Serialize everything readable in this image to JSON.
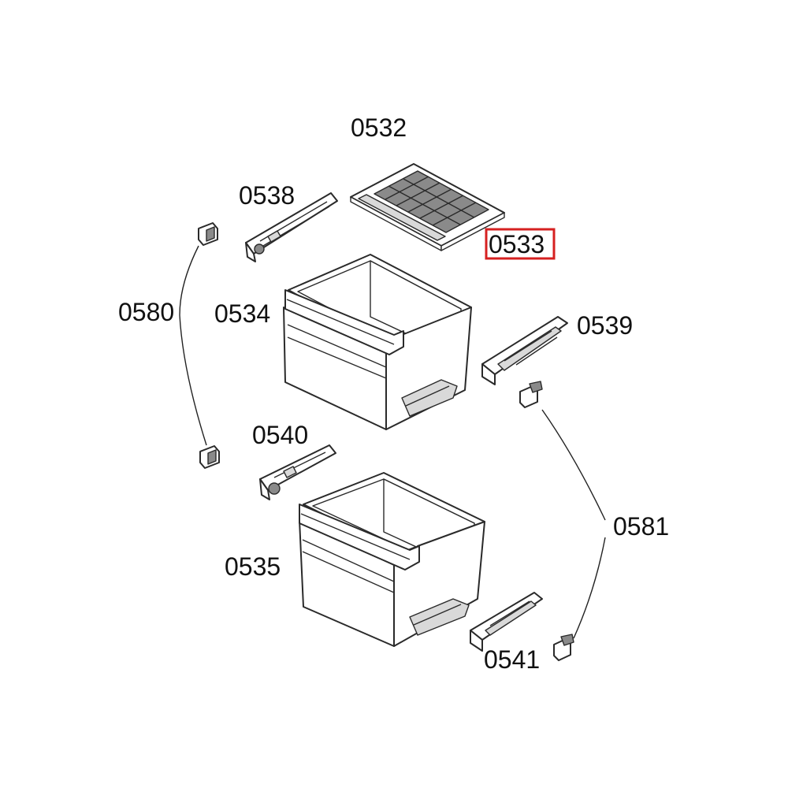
{
  "diagram": {
    "labels": {
      "p0532": "0532",
      "p0533": "0533",
      "p0538": "0538",
      "p0580": "0580",
      "p0534": "0534",
      "p0539": "0539",
      "p0540": "0540",
      "p0581": "0581",
      "p0535": "0535",
      "p0541": "0541"
    },
    "highlight": {
      "part": "0533",
      "color": "#d62020"
    }
  }
}
